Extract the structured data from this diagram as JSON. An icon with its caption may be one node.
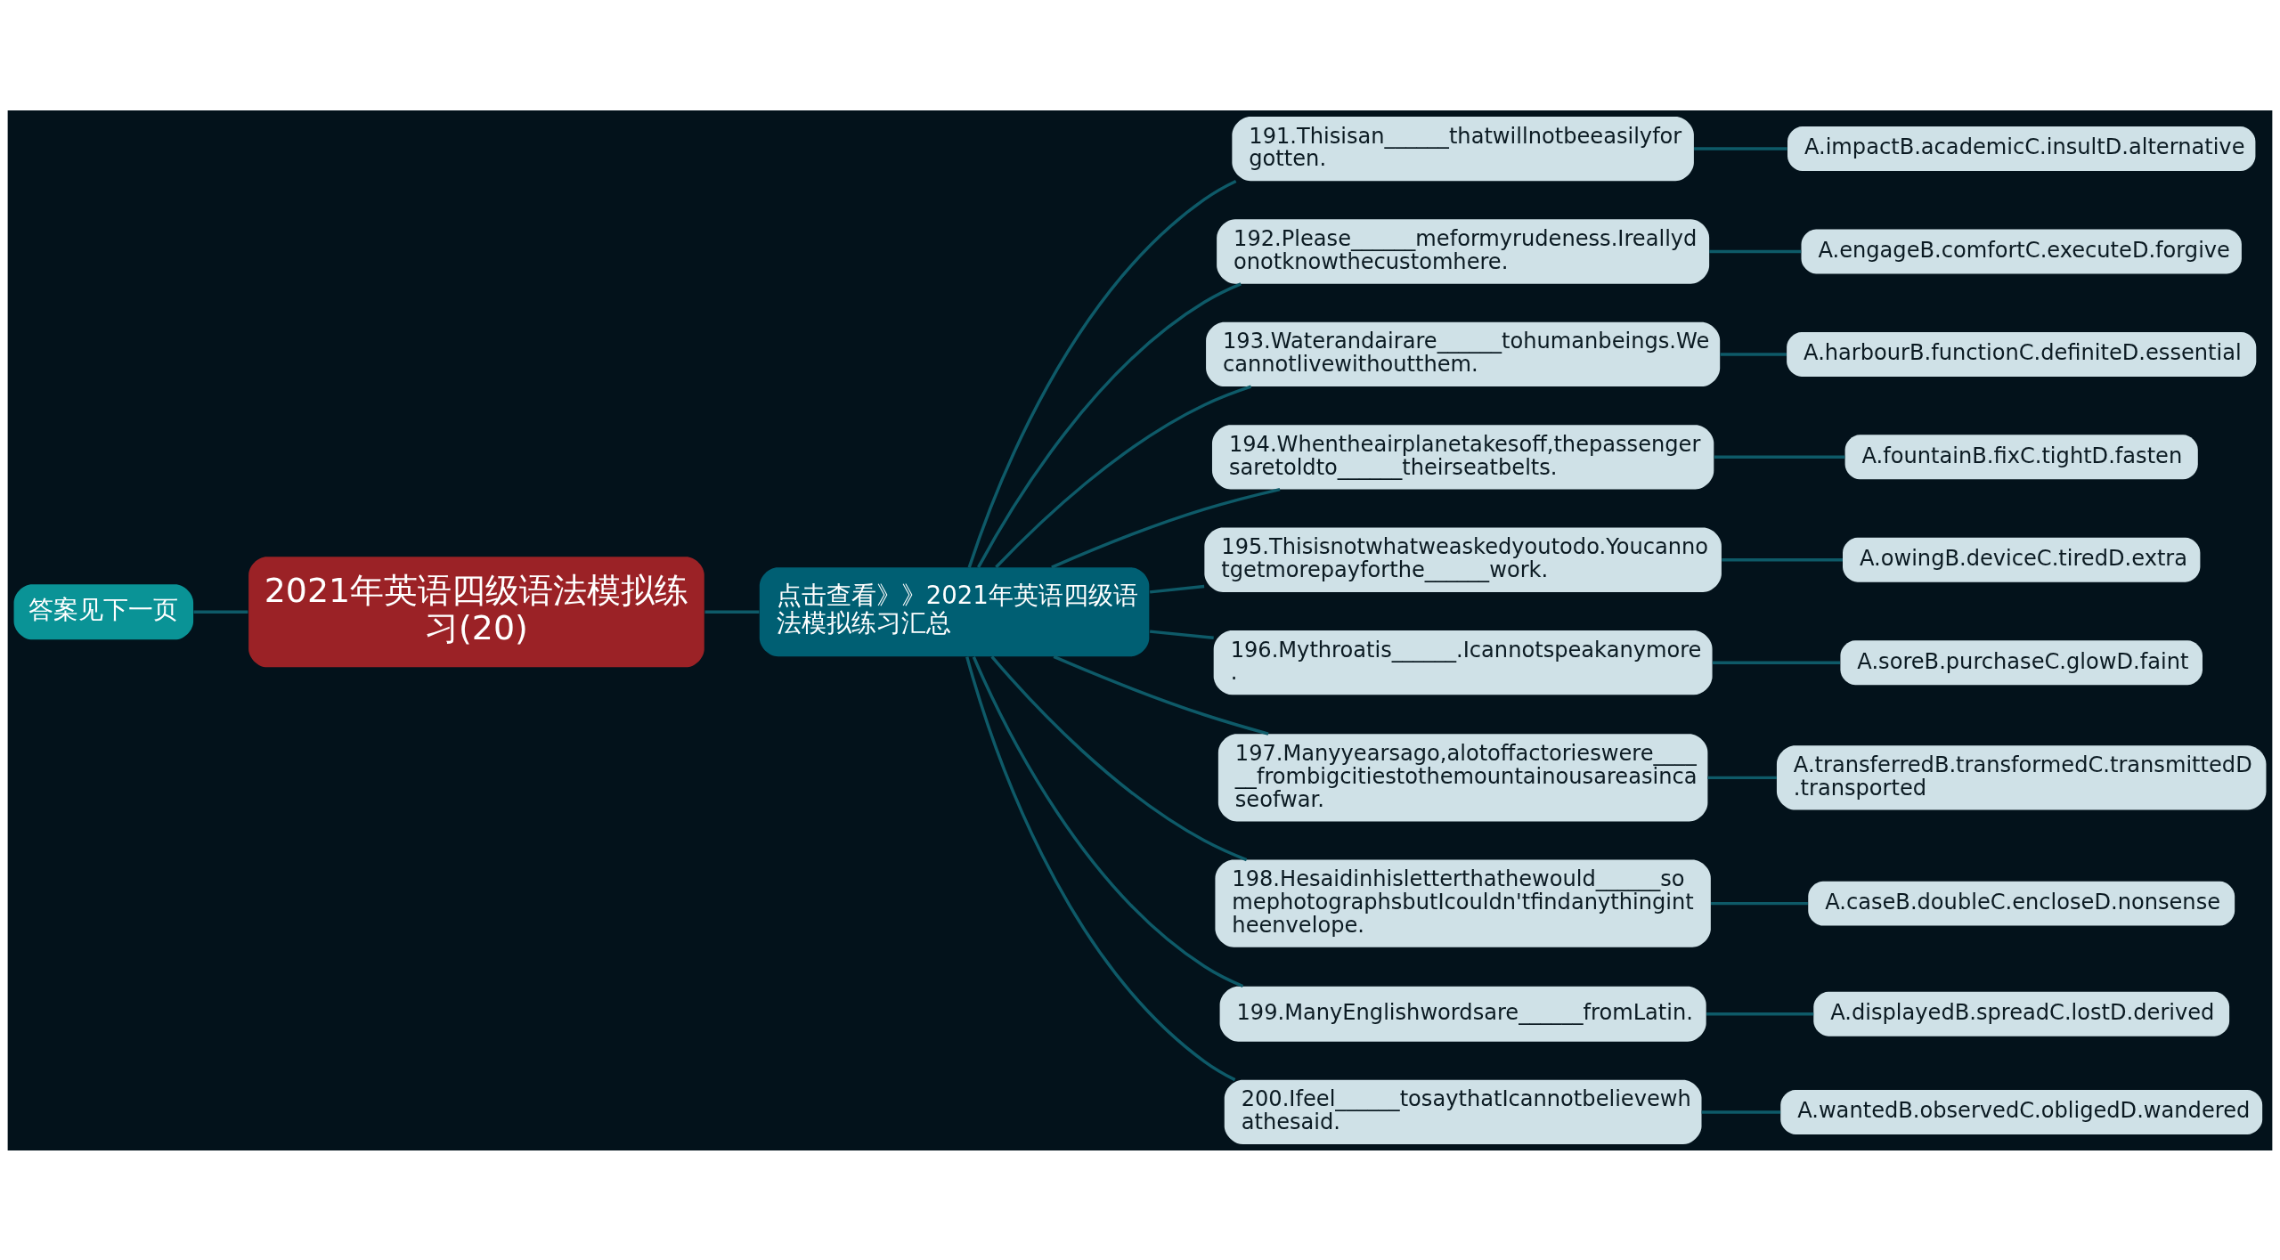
{
  "diagram": {
    "nodes": [
      {
        "text": [
          "2021年英语四级语法模拟练习(20)"
        ]
      },
      {
        "text": [
          "答案见下一页"
        ]
      },
      {
        "text": [
          "点击查看》》2021年英语四级语法模拟练习汇总"
        ]
      },
      {
        "text": [
          "191.Thisisan______thatwillnotbeeasilyforgotten."
        ]
      },
      {
        "text": [
          "A.impactB.academicC.insultD.alternative"
        ]
      },
      {
        "text": [
          "192.Please______meformyrudeness.Ireallydonotknowthecustomhere."
        ]
      },
      {
        "text": [
          "A.engageB.comfortC.executeD.forgive"
        ]
      },
      {
        "text": [
          "193.Waterandairare______tohumanbeings.Wecannotlivewithoutthem."
        ]
      },
      {
        "text": [
          "A.harbourB.functionC.definiteD.essential"
        ]
      },
      {
        "text": [
          "194.Whentheairplanetakesoff,thepassengersaretoldto______theirseatbelts."
        ]
      },
      {
        "text": [
          "A.fountainB.fixC.tightD.fasten"
        ]
      },
      {
        "text": [
          "195.Thisisnotwhatweaskedyoutodo.Youcannotgetmorepayforthe______work."
        ]
      },
      {
        "text": [
          "A.owingB.deviceC.tiredD.extra"
        ]
      },
      {
        "text": [
          "196.Mythroatis______.Icannotspeakanymore."
        ]
      },
      {
        "text": [
          "A.soreB.purchaseC.glowD.faint"
        ]
      },
      {
        "text": [
          "197.Manyyearsago,alotoffactorieswere______frombigcitiestothemountainousareasincaseofwar."
        ]
      },
      {
        "text": [
          "A.transferredB.transformedC.transmittedD.transported"
        ]
      },
      {
        "text": [
          "198.Hesaidinhisletterthathewould______somephotographsbutIcouldn'tfindanythingintheenvelope."
        ]
      },
      {
        "text": [
          "A.caseB.doubleC.encloseD.nonsense"
        ]
      },
      {
        "text": [
          "199.ManyEnglishwordsare______fromLatin."
        ]
      },
      {
        "text": [
          "A.displayedB.spreadC.lostD.derived"
        ]
      },
      {
        "text": [
          "200.Ifeel______tosaythatIcannotbelievewhathesaid."
        ]
      },
      {
        "text": [
          "A.wantedB.observedC.obligedD.wandered"
        ]
      }
    ],
    "edges": [
      {
        "from": 1,
        "to": 0,
        "arrow": "none"
      },
      {
        "from": 0,
        "to": 2,
        "arrow": "none"
      },
      {
        "from": 2,
        "to": 3,
        "arrow": "none"
      },
      {
        "from": 3,
        "to": 4,
        "arrow": "none"
      },
      {
        "from": 2,
        "to": 5,
        "arrow": "none"
      },
      {
        "from": 5,
        "to": 6,
        "arrow": "none"
      },
      {
        "from": 2,
        "to": 7,
        "arrow": "none"
      },
      {
        "from": 7,
        "to": 8,
        "arrow": "none"
      },
      {
        "from": 2,
        "to": 9,
        "arrow": "none"
      },
      {
        "from": 9,
        "to": 10,
        "arrow": "none"
      },
      {
        "from": 2,
        "to": 11,
        "arrow": "none"
      },
      {
        "from": 11,
        "to": 12,
        "arrow": "none"
      },
      {
        "from": 2,
        "to": 13,
        "arrow": "none"
      },
      {
        "from": 13,
        "to": 14,
        "arrow": "none"
      },
      {
        "from": 2,
        "to": 15,
        "arrow": "none"
      },
      {
        "from": 15,
        "to": 16,
        "arrow": "none"
      },
      {
        "from": 2,
        "to": 17,
        "arrow": "none"
      },
      {
        "from": 17,
        "to": 18,
        "arrow": "none"
      },
      {
        "from": 2,
        "to": 19,
        "arrow": "none"
      },
      {
        "from": 19,
        "to": 20,
        "arrow": "none"
      },
      {
        "from": 2,
        "to": 21,
        "arrow": "none"
      },
      {
        "from": 21,
        "to": 22,
        "arrow": "none"
      }
    ]
  }
}
